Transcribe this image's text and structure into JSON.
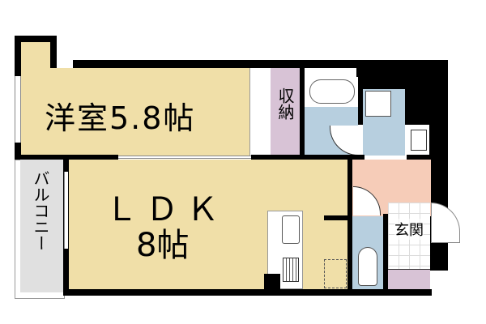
{
  "plan": {
    "rooms": {
      "western_room": {
        "label": "洋室5.8帖",
        "color": "#f0dfa8"
      },
      "ldk": {
        "label_line1": "ＬＤＫ",
        "label_line2": "8帖",
        "color": "#f0dfa8"
      },
      "storage": {
        "label": "収納",
        "color": "#d8c3d6"
      },
      "balcony": {
        "label": "バルコニー",
        "color": "#e0e0e0"
      },
      "entrance": {
        "label": "玄関",
        "color": "#ffffff"
      },
      "hallway": {
        "color": "#f6ccb8"
      },
      "bath": {
        "color": "#b7cfdf"
      },
      "washroom": {
        "color": "#b7cfdf"
      },
      "toilet": {
        "color": "#b7cfdf"
      },
      "shoe_box": {
        "color": "#d8c3d6"
      }
    },
    "wall_color": "#000000"
  }
}
